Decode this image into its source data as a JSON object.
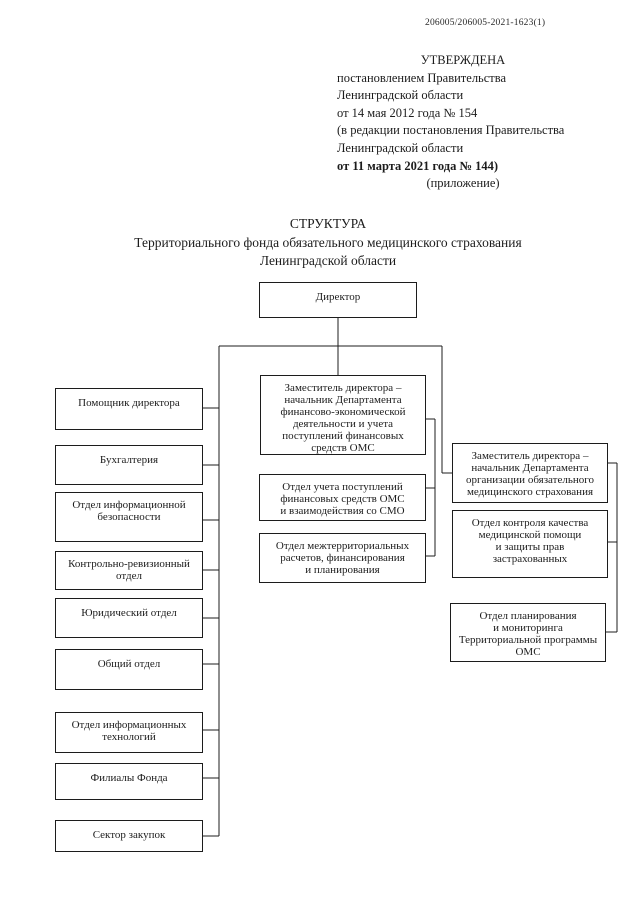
{
  "ink_color": "#1c1c1c",
  "doc_number": "206005/206005-2021-1623(1)",
  "approval_block": {
    "approved_label": "УТВЕРЖДЕНА",
    "line_1": "постановлением Правительства",
    "line_2": "Ленинградской области",
    "line_3": "от 14 мая 2012 года № 154",
    "line_4": "(в редакции постановления Правительства",
    "line_5": "Ленинградской области",
    "line_6": "от 11 марта 2021 года № 144)",
    "appendix_label": "(приложение)"
  },
  "title": {
    "line_1": "СТРУКТУРА",
    "line_2": "Территориального фонда обязательного медицинского страхования",
    "line_3": "Ленинградской области"
  },
  "org_chart": {
    "director": "Директор",
    "left_column": [
      "Помощник директора",
      "Бухгалтерия",
      "Отдел информационной\nбезопасности",
      "Контрольно-ревизионный\nотдел",
      "Юридический отдел",
      "Общий отдел",
      "Отдел информационных\nтехнологий",
      "Филиалы Фонда",
      "Сектор закупок"
    ],
    "middle_column": [
      "Заместитель директора –\nначальник Департамента\nфинансово-экономической\nдеятельности и учета\nпоступлений финансовых\nсредств ОМС",
      "Отдел учета поступлений\nфинансовых средств ОМС\nи взаимодействия со СМО",
      "Отдел межтерриториальных\nрасчетов, финансирования\nи планирования"
    ],
    "right_column": [
      "Заместитель директора –\nначальник Департамента\nорганизации обязательного\nмедицинского страхования",
      "Отдел контроля качества\nмедицинской помощи\nи защиты прав\nзастрахованных",
      "Отдел планирования\nи мониторинга\nТерриториальной программы\nОМС"
    ]
  }
}
